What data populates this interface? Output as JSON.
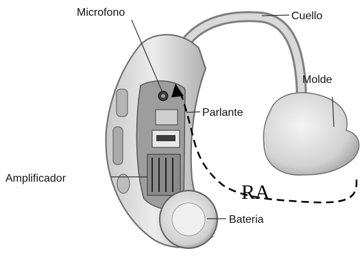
{
  "labels": {
    "microfono": "Microfono",
    "cuello": "Cuello",
    "molde": "Molde",
    "parlante": "Parlante",
    "amplificador": "Amplificador",
    "bateria": "Bateria",
    "ra": "RA"
  },
  "colors": {
    "shell_light": "#e4e4e4",
    "shell_mid": "#bdbdbd",
    "shell_dark": "#7a7a7a",
    "tube": "#9a9a9a",
    "ink": "#000000"
  }
}
